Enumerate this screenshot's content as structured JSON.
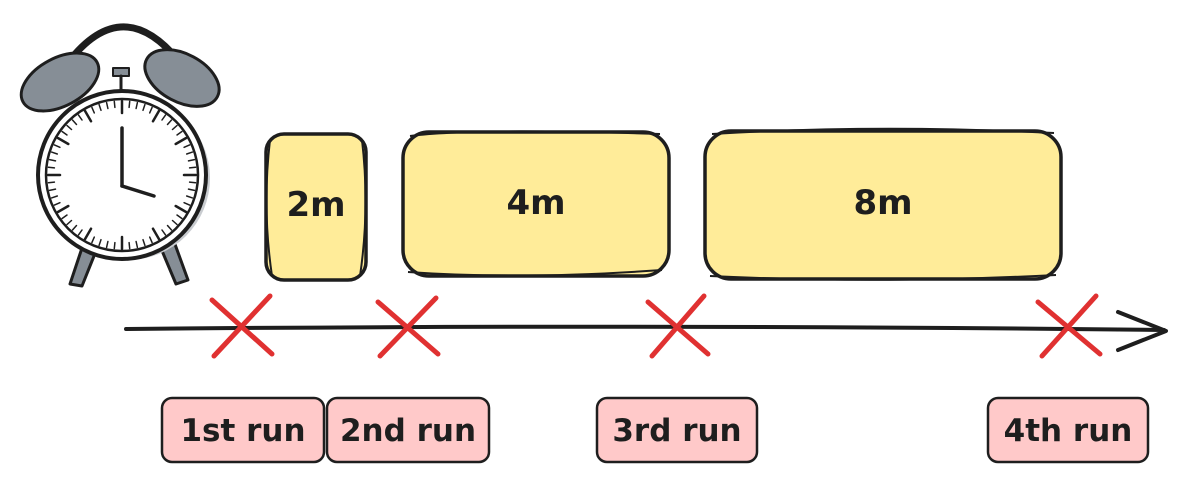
{
  "intervals": [
    {
      "label": "2m"
    },
    {
      "label": "4m"
    },
    {
      "label": "8m"
    }
  ],
  "runs": [
    {
      "label": "1st run"
    },
    {
      "label": "2nd run"
    },
    {
      "label": "3rd run"
    },
    {
      "label": "4th run"
    }
  ],
  "colors": {
    "interval_fill": "#ffec99",
    "run_fill": "#ffc9c9",
    "marker": "#e03131",
    "stroke": "#1e1e1e",
    "clock_bell": "#868e96"
  },
  "icons": [
    "alarm-clock-icon",
    "timeline-arrow",
    "run-marker-x"
  ]
}
